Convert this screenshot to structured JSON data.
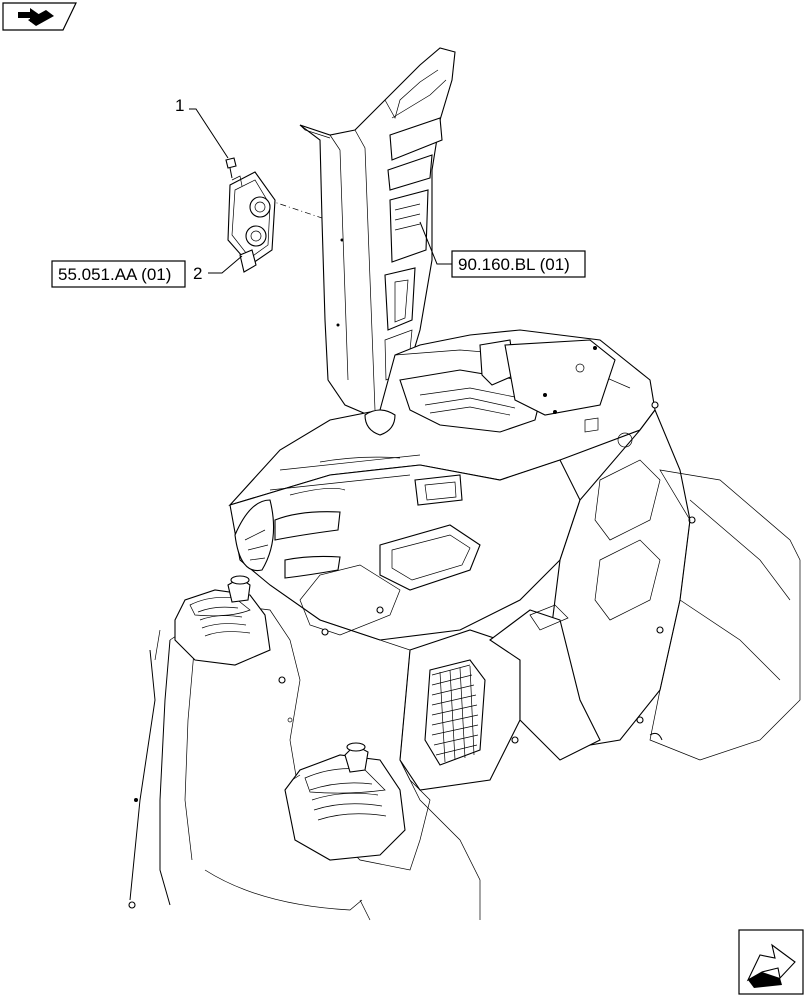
{
  "callouts": [
    {
      "id": "1",
      "label": "1"
    },
    {
      "id": "2",
      "label": "2"
    }
  ],
  "references": [
    {
      "id": "ref-55",
      "label": "55.051.AA (01)"
    },
    {
      "id": "ref-90",
      "label": "90.160.BL (01)"
    }
  ],
  "icons": {
    "top_left": "book-arrow-icon",
    "bottom_right": "next-page-arrow-icon"
  },
  "colors": {
    "line": "#000000",
    "background": "#ffffff"
  }
}
